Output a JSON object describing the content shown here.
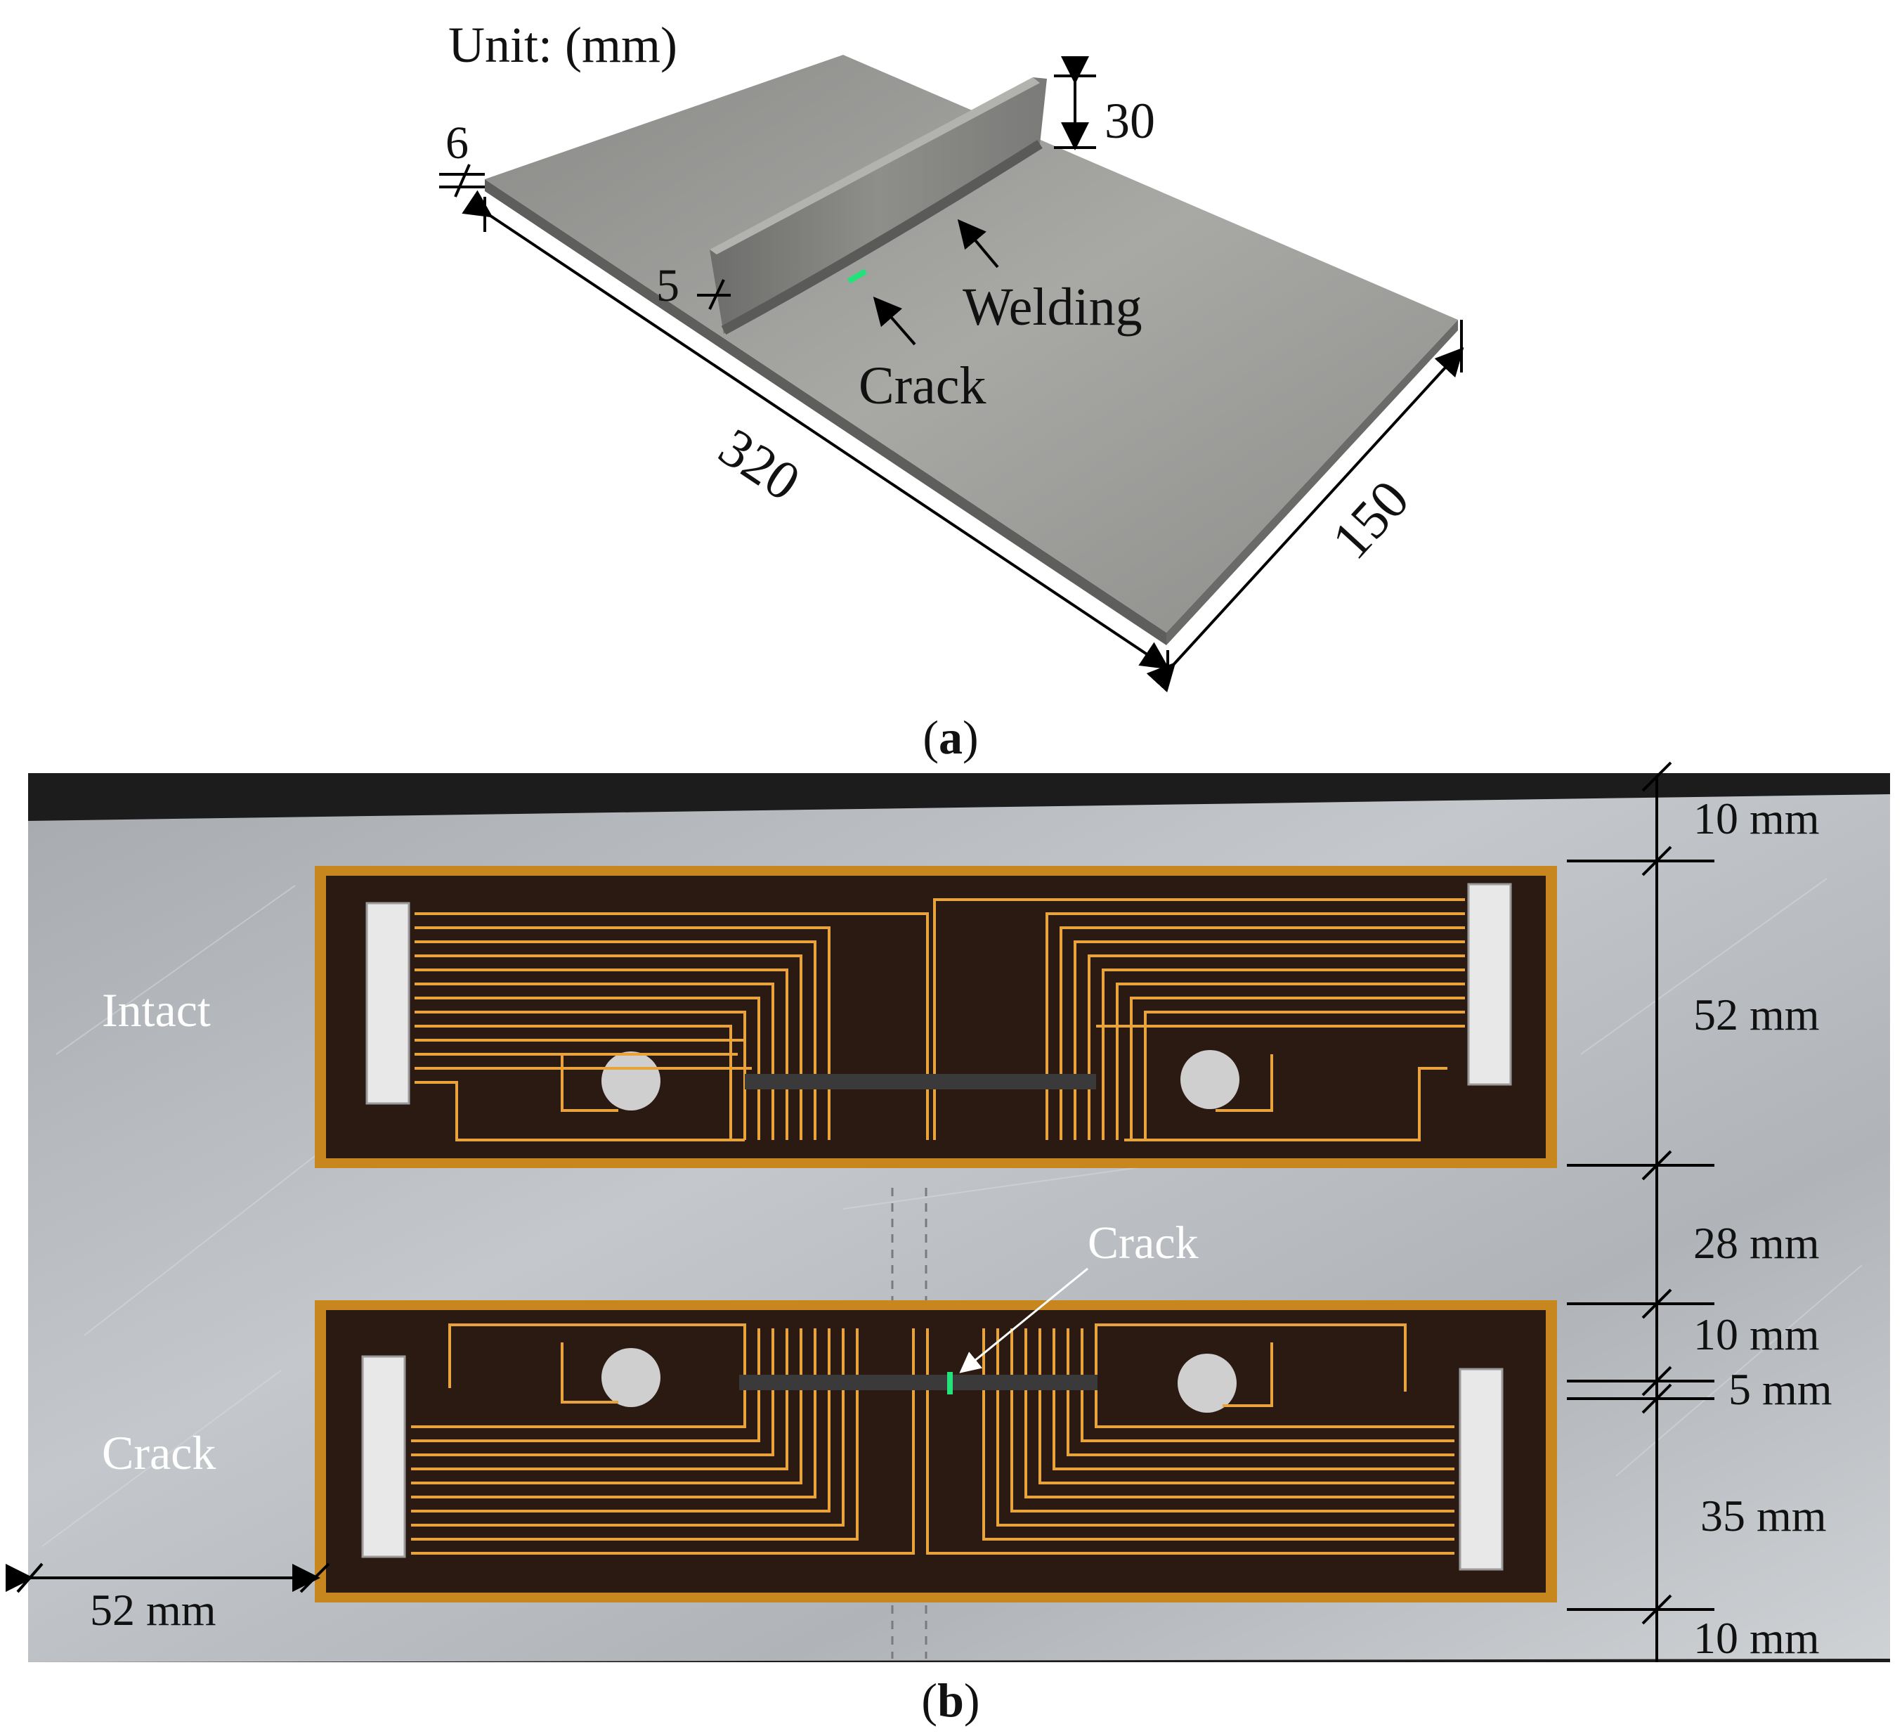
{
  "panel_a": {
    "unit_label": "Unit: (mm)",
    "dim_thickness_plate": "6",
    "dim_thickness_rib": "5",
    "dim_height_rib": "30",
    "dim_length": "320",
    "dim_width": "150",
    "label_welding": "Welding",
    "label_crack": "Crack",
    "caption": "(a)",
    "caption_letter": "a"
  },
  "panel_b": {
    "label_intact": "Intact",
    "label_crack_row": "Crack",
    "label_crack_pointer": "Crack",
    "dims_right": [
      "10 mm",
      "52 mm",
      "28 mm",
      "10 mm",
      "5 mm",
      "35 mm",
      "10 mm"
    ],
    "dim_left_bottom": "52 mm",
    "caption": "(b)",
    "caption_letter": "b"
  },
  "colors": {
    "steel": "#9a9a98",
    "steel_dark": "#6e6e6c",
    "aluminum": "#b8bcc0",
    "sensor_film": "#2a1a12",
    "sensor_border": "#c8861e",
    "trace": "#e8a43a",
    "crack_marker": "#22e27a"
  }
}
